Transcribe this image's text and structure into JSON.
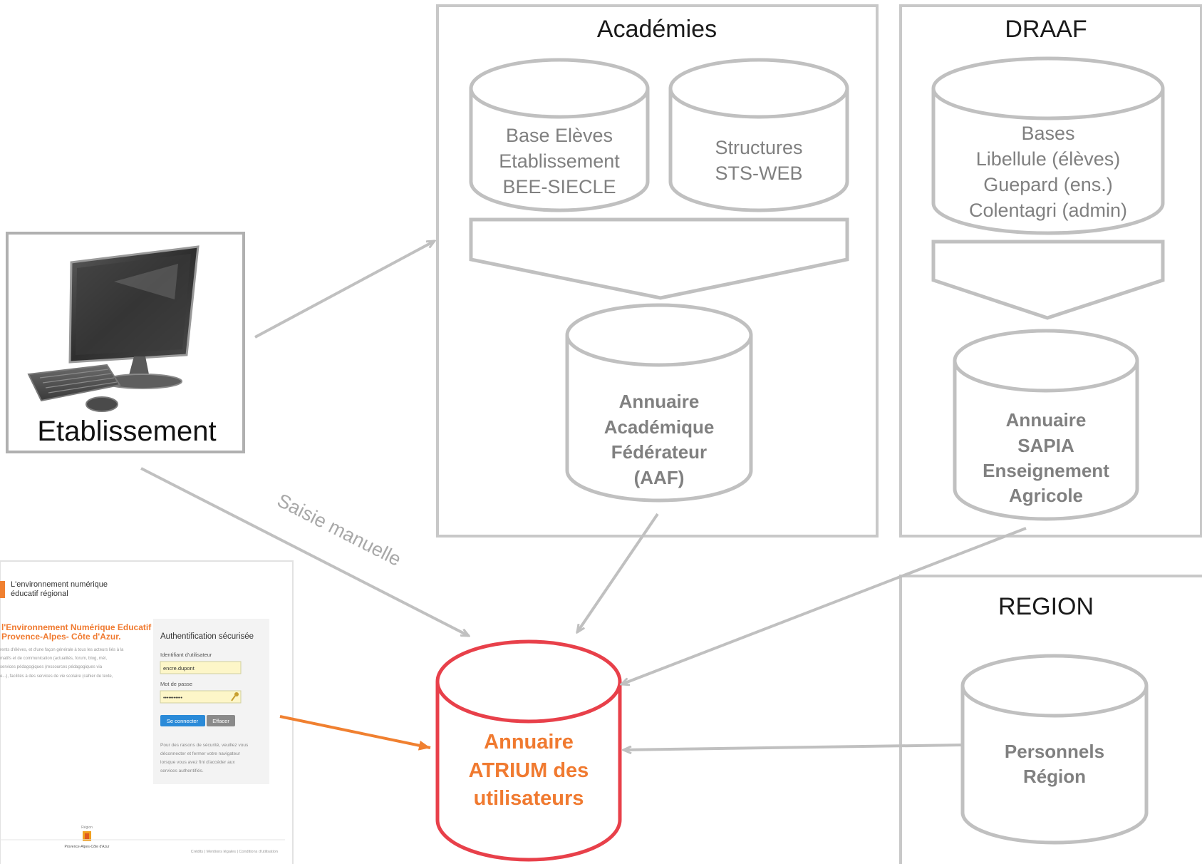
{
  "colors": {
    "grey_stroke": "#c0c0c0",
    "grey_text": "#808080",
    "dark_text": "#1a1a1a",
    "atrium_stroke": "#e8404a",
    "atrium_text": "#f07a30",
    "orange_arrow": "#f08030"
  },
  "groups": {
    "academies": "Académies",
    "draaf": "DRAAF",
    "region": "REGION"
  },
  "etablissement": {
    "label": "Etablissement",
    "icon": "desktop-computer-icon"
  },
  "databases": {
    "bee": [
      "Base Elèves",
      "Etablissement",
      "BEE-SIECLE"
    ],
    "sts": [
      "Structures",
      "STS-WEB"
    ],
    "aaf": [
      "Annuaire",
      "Académique",
      "Fédérateur",
      "(AAF)"
    ],
    "draaf_bases": [
      "Bases",
      "Libellule (élèves)",
      "Guepard (ens.)",
      "Colentagri (admin)"
    ],
    "sapia": [
      "Annuaire",
      "SAPIA",
      "Enseignement",
      "Agricole"
    ],
    "personnels": [
      "Personnels",
      "Région"
    ],
    "atrium": [
      "Annuaire",
      "ATRIUM des",
      "utilisateurs"
    ]
  },
  "arrow_labels": {
    "saisie": "Saisie manuelle"
  },
  "login_screen": {
    "brand_line1": "L'environnement numérique",
    "brand_line2": "éducatif régional",
    "heading_line1": "l'Environnement Numérique Educatif",
    "heading_line2": "Provence-Alpes- Côte d'Azur.",
    "intro_lines": [
      "rents d'élèves, et d'une façon générale à tous les acteurs liés à la",
      "matifs et de communication (actualités, forum, blog, mél,",
      "services pédagogiques (ressources pédagogiques via",
      "e...), facilités à des services de vie scolaire (cahier de texte,"
    ],
    "auth_title": "Authentification sécurisée",
    "id_label": "Identifiant d'utilisateur",
    "id_value": "encre.dupont",
    "pwd_label": "Mot de passe",
    "pwd_value": "•••••••••••",
    "connect_button": "Se connecter",
    "clear_button": "Effacer",
    "security_note": [
      "Pour des raisons de sécurité, veuillez vous",
      "déconnecter et fermer votre navigateur",
      "lorsque vous avez fini d'accéder aux",
      "services authentifiés."
    ],
    "region_small": "Région",
    "region_name": "Provence-Alpes-Côte d'Azur",
    "footer": "Crédits | Mentions légales | Conditions d'utilisation"
  }
}
